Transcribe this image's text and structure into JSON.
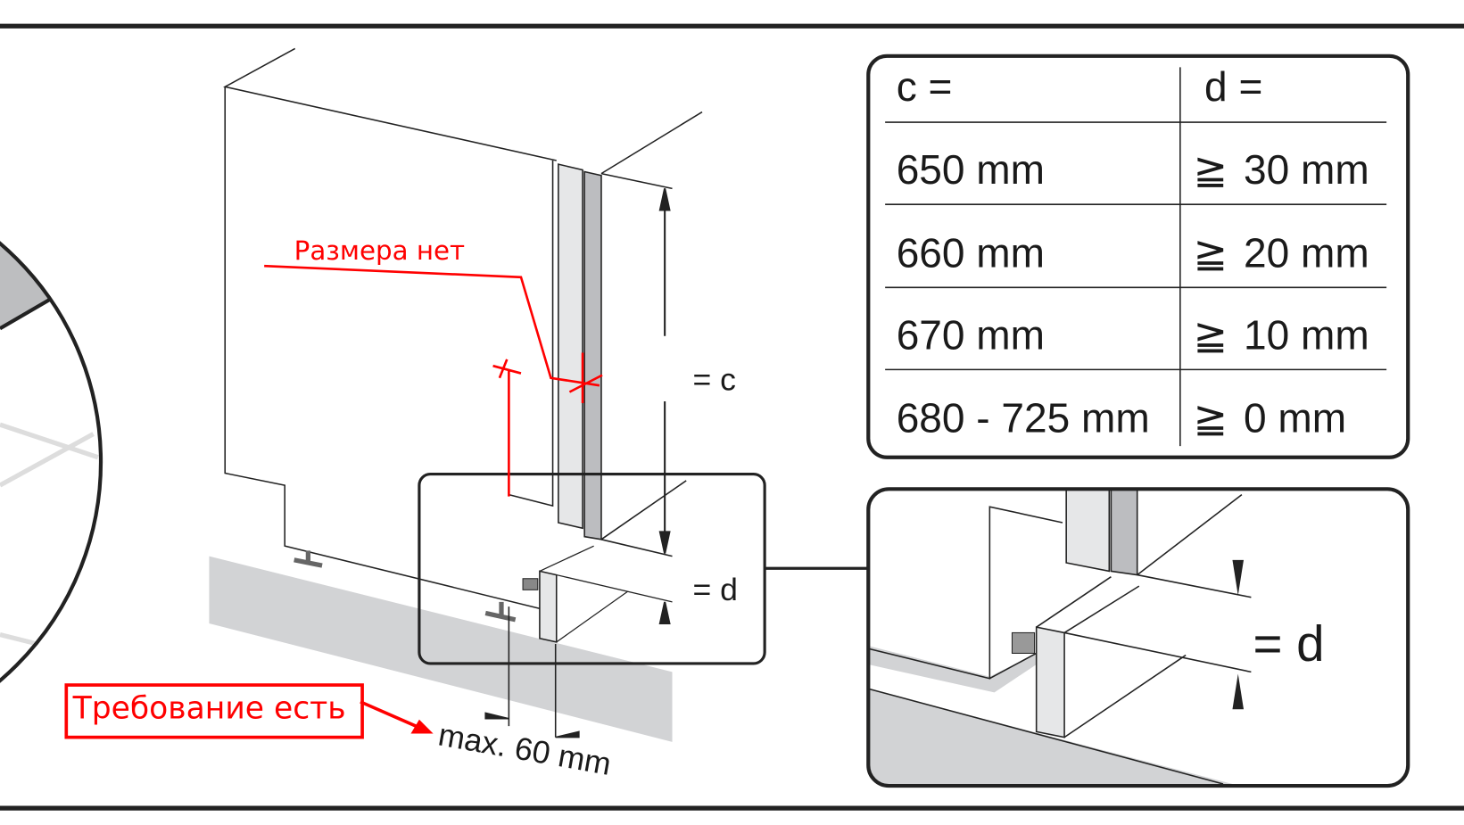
{
  "table": {
    "header_c": "c =",
    "header_d": "d =",
    "rows": [
      {
        "c": "650 mm",
        "rel": "≧",
        "d": "30 mm"
      },
      {
        "c": "660 mm",
        "rel": "≧",
        "d": "20 mm"
      },
      {
        "c": "670 mm",
        "rel": "≧",
        "d": "10 mm"
      },
      {
        "c": "680 - 725 mm",
        "rel": "≧",
        "d": "0 mm"
      }
    ]
  },
  "labels": {
    "c_dim": "= c",
    "d_dim": "= d",
    "d_dim_detail": "= d",
    "max_gap": "max. 60 mm"
  },
  "annotations": {
    "no_dimension": "Размера нет",
    "requirement": "Требование есть",
    "color": "#ff0000"
  }
}
